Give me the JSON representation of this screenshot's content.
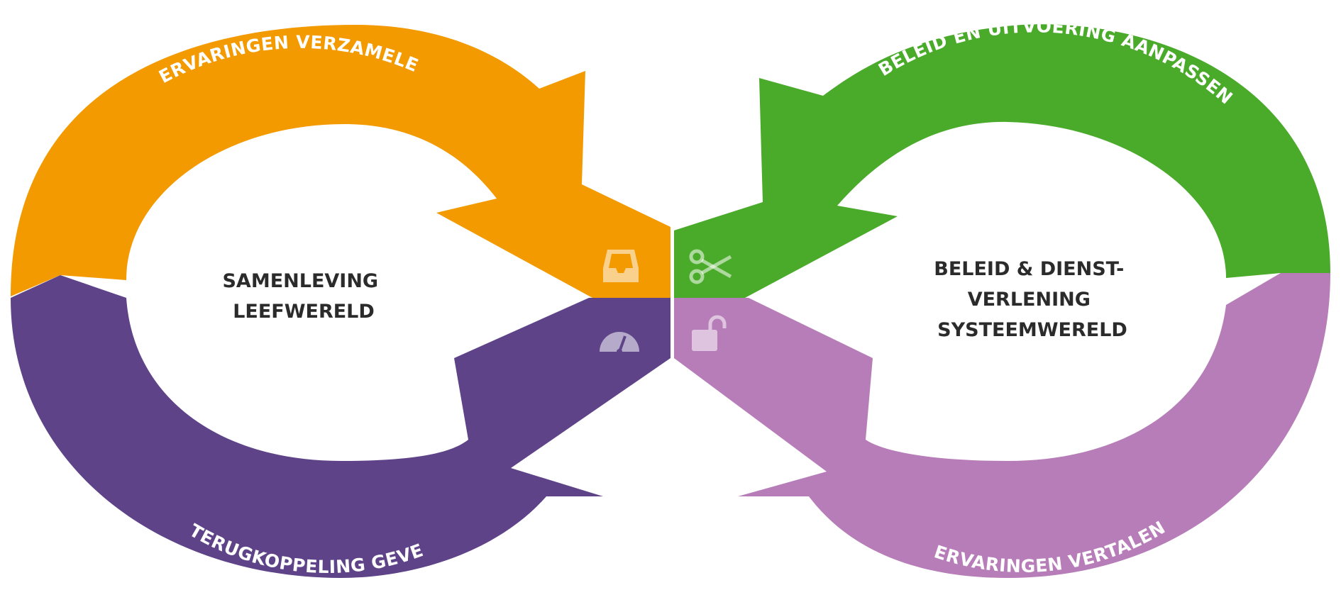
{
  "colors": {
    "orange": "#F39A00",
    "green": "#4AAA2A",
    "dark_purple": "#5E4389",
    "light_purple": "#B77DB8",
    "icon_tint": "rgba(255,255,255,0.55)",
    "center_text": "#2b2b2b"
  },
  "left_loop": {
    "top_label": "ERVARINGEN VERZAMELEN",
    "bottom_label": "TERUGKOPPELING GEVEN",
    "center_lines": [
      "SAMENLEVING",
      "LEEFWERELD"
    ]
  },
  "right_loop": {
    "top_label": "BELEID EN UITVOERING AANPASSEN",
    "bottom_label": "ERVARINGEN VERTALEN",
    "center_lines": [
      "BELEID & DIENST-",
      "VERLENING",
      "SYSTEEMWERELD"
    ]
  },
  "icons": {
    "orange": "inbox-tray-icon",
    "green": "scissors-icon",
    "dark_purple": "speedometer-icon",
    "light_purple": "unlocked-padlock-icon"
  }
}
